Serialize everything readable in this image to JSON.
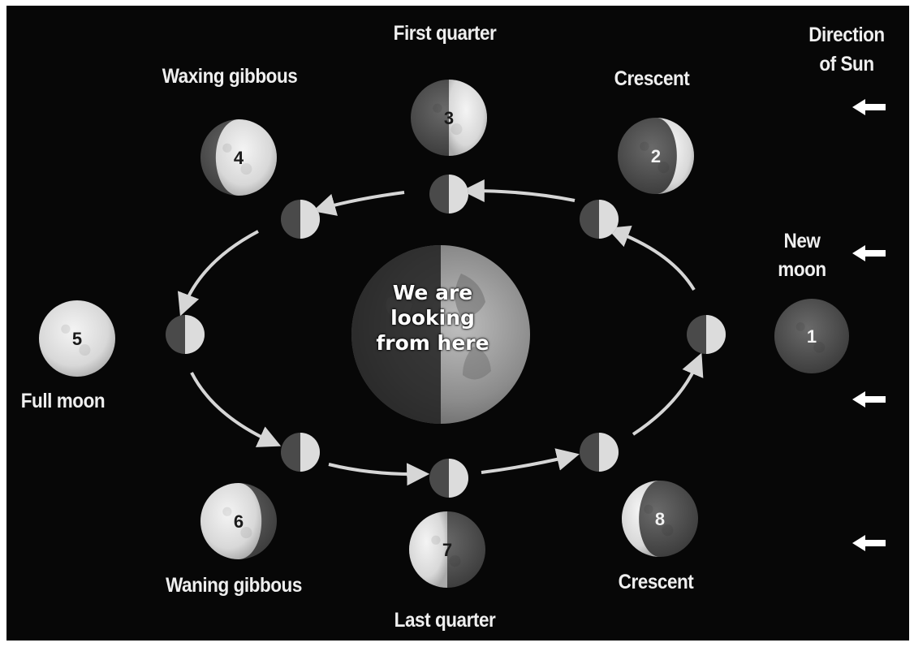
{
  "labels": {
    "first_quarter": "First quarter",
    "waxing_gibbous": "Waxing gibbous",
    "crescent_top": "Crescent",
    "direction_line1": "Direction",
    "direction_line2": "of Sun",
    "new_moon_line1": "New",
    "new_moon_line2": "moon",
    "full_moon": "Full moon",
    "waning_gibbous": "Waning gibbous",
    "last_quarter": "Last quarter",
    "crescent_bottom": "Crescent"
  },
  "earth_text": {
    "line1": "We are",
    "line2": "looking",
    "line3": "from here"
  },
  "phases": [
    {
      "number": "1",
      "name": "New moon"
    },
    {
      "number": "2",
      "name": "Crescent"
    },
    {
      "number": "3",
      "name": "First quarter"
    },
    {
      "number": "4",
      "name": "Waxing gibbous"
    },
    {
      "number": "5",
      "name": "Full moon"
    },
    {
      "number": "6",
      "name": "Waning gibbous"
    },
    {
      "number": "7",
      "name": "Last quarter"
    },
    {
      "number": "8",
      "name": "Crescent"
    }
  ],
  "colors": {
    "background": "#070707",
    "moon_lit": "#e6e6e6",
    "moon_dark": "#555555",
    "orbit_arrow": "#d6d6d6",
    "sun_arrow": "#ffffff"
  }
}
